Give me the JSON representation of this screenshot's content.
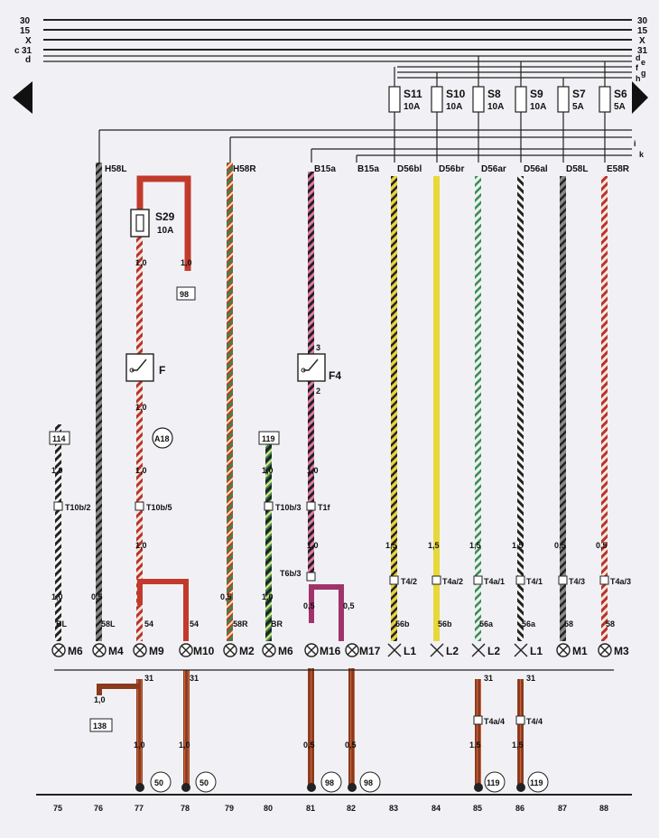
{
  "bus": {
    "left": [
      "30",
      "15",
      "X",
      "31",
      "d"
    ],
    "left_prefix": "c",
    "right": [
      "30",
      "15",
      "X",
      "31",
      "d",
      "e",
      "f",
      "g",
      "h"
    ],
    "side_marks": [
      "i",
      "k"
    ]
  },
  "fuses": [
    {
      "id": "S11",
      "rating": "10A"
    },
    {
      "id": "S10",
      "rating": "10A"
    },
    {
      "id": "S8",
      "rating": "10A"
    },
    {
      "id": "S9",
      "rating": "10A"
    },
    {
      "id": "S7",
      "rating": "5A"
    },
    {
      "id": "S6",
      "rating": "5A"
    }
  ],
  "fuse_s29": {
    "id": "S29",
    "rating": "10A"
  },
  "top_labels": [
    "H58L",
    "H58R",
    "B15a",
    "B15a",
    "D56bl",
    "D56br",
    "D56ar",
    "D56al",
    "D58L",
    "E58R"
  ],
  "switches": [
    {
      "id": "F",
      "top": "",
      "bottom": ""
    },
    {
      "id": "F4",
      "top": "3",
      "bottom": "2"
    }
  ],
  "ref_boxes": [
    "98",
    "114",
    "119",
    "138"
  ],
  "circle_ref": "A18",
  "connectors": [
    "T10b/2",
    "T10b/5",
    "T10b/3",
    "T1f",
    "T6b/3",
    "T4/2",
    "T4a/2",
    "T4a/1",
    "T4/1",
    "T4/3",
    "T4a/3",
    "T4a/4",
    "T4/4"
  ],
  "wire_sizes": [
    "1,0",
    "0,5",
    "1,5"
  ],
  "terminals": [
    "BL",
    "58L",
    "54",
    "54",
    "58R",
    "BR",
    "56b",
    "56b",
    "56a",
    "56a",
    "58",
    "58",
    "31"
  ],
  "lamps": [
    "M6",
    "M4",
    "M9",
    "M10",
    "M2",
    "M6",
    "M16",
    "M17",
    "L1",
    "L2",
    "L2",
    "L1",
    "M1",
    "M3"
  ],
  "ground_refs": [
    "50",
    "50",
    "98",
    "98",
    "119",
    "119"
  ],
  "columns": [
    "75",
    "76",
    "77",
    "78",
    "79",
    "80",
    "81",
    "82",
    "83",
    "84",
    "85",
    "86",
    "87",
    "88"
  ]
}
